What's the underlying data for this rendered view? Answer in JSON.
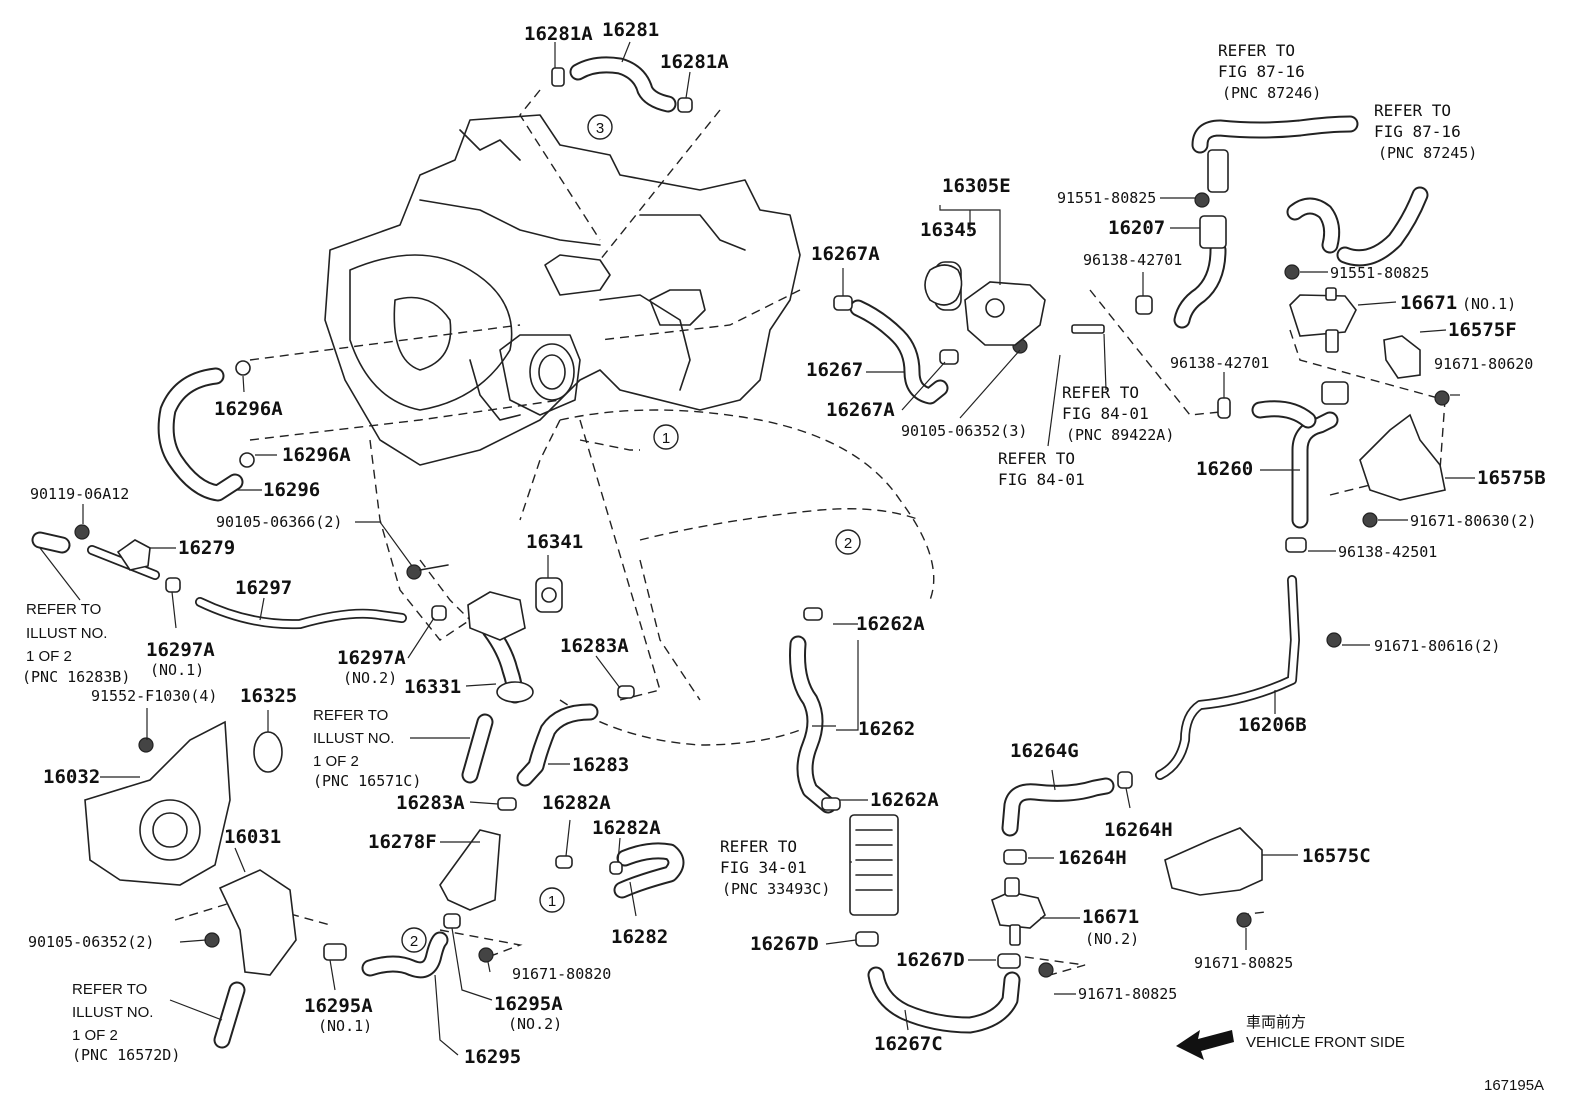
{
  "figure_id": "167195A",
  "orientation": {
    "japanese": "車両前方",
    "english": "VEHICLE FRONT SIDE"
  },
  "part_labels": [
    "16281A",
    "16281",
    "16281A",
    "16305E",
    "16345",
    "91551-80825",
    "16207",
    "96138-42701",
    "16267A",
    "16267",
    "16267A",
    "90105-06352(3)",
    "16296A",
    "16296A",
    "16296",
    "90119-06A12",
    "16279",
    "90105-06366(2)",
    "16341",
    "16297",
    "16297A",
    "(NO.1)",
    "16297A",
    "(NO.2)",
    "16331",
    "16283A",
    "91552-F1030(4)",
    "16325",
    "16032",
    "16283",
    "16283A",
    "16282A",
    "16282A",
    "16278F",
    "16031",
    "90105-06352(2)",
    "16282",
    "91671-80820",
    "16295A",
    "(NO.1)",
    "16295A",
    "(NO.2)",
    "16295",
    "16262A",
    "16262",
    "16262A",
    "16267D",
    "16267D",
    "16267C",
    "16264G",
    "16264H",
    "16264H",
    "16671",
    "(NO.2)",
    "91671-80825",
    "16575C",
    "91671-80825",
    "16206B",
    "91671-80616(2)",
    "16260",
    "96138-42501",
    "91671-80630(2)",
    "16575B",
    "16575F",
    "91671-80620",
    "16671",
    "(NO.1)",
    "91551-80825",
    "96138-42701"
  ],
  "references": [
    "REFER TO",
    "FIG 87-16",
    "(PNC 87246)",
    "REFER TO",
    "FIG 87-16",
    "(PNC 87245)",
    "REFER TO",
    "FIG 84-01",
    "(PNC 89422A)",
    "REFER TO",
    "FIG 84-01",
    "REFER TO",
    "ILLUST NO.",
    "1 OF 2",
    "(PNC 16283B)",
    "REFER TO",
    "ILLUST NO.",
    "1 OF 2",
    "(PNC 16571C)",
    "REFER TO",
    "ILLUST NO.",
    "1 OF 2",
    "(PNC 16572D)",
    "REFER TO",
    "FIG 34-01",
    "(PNC 33493C)"
  ],
  "callouts": [
    "1",
    "1",
    "2",
    "2",
    "3"
  ]
}
